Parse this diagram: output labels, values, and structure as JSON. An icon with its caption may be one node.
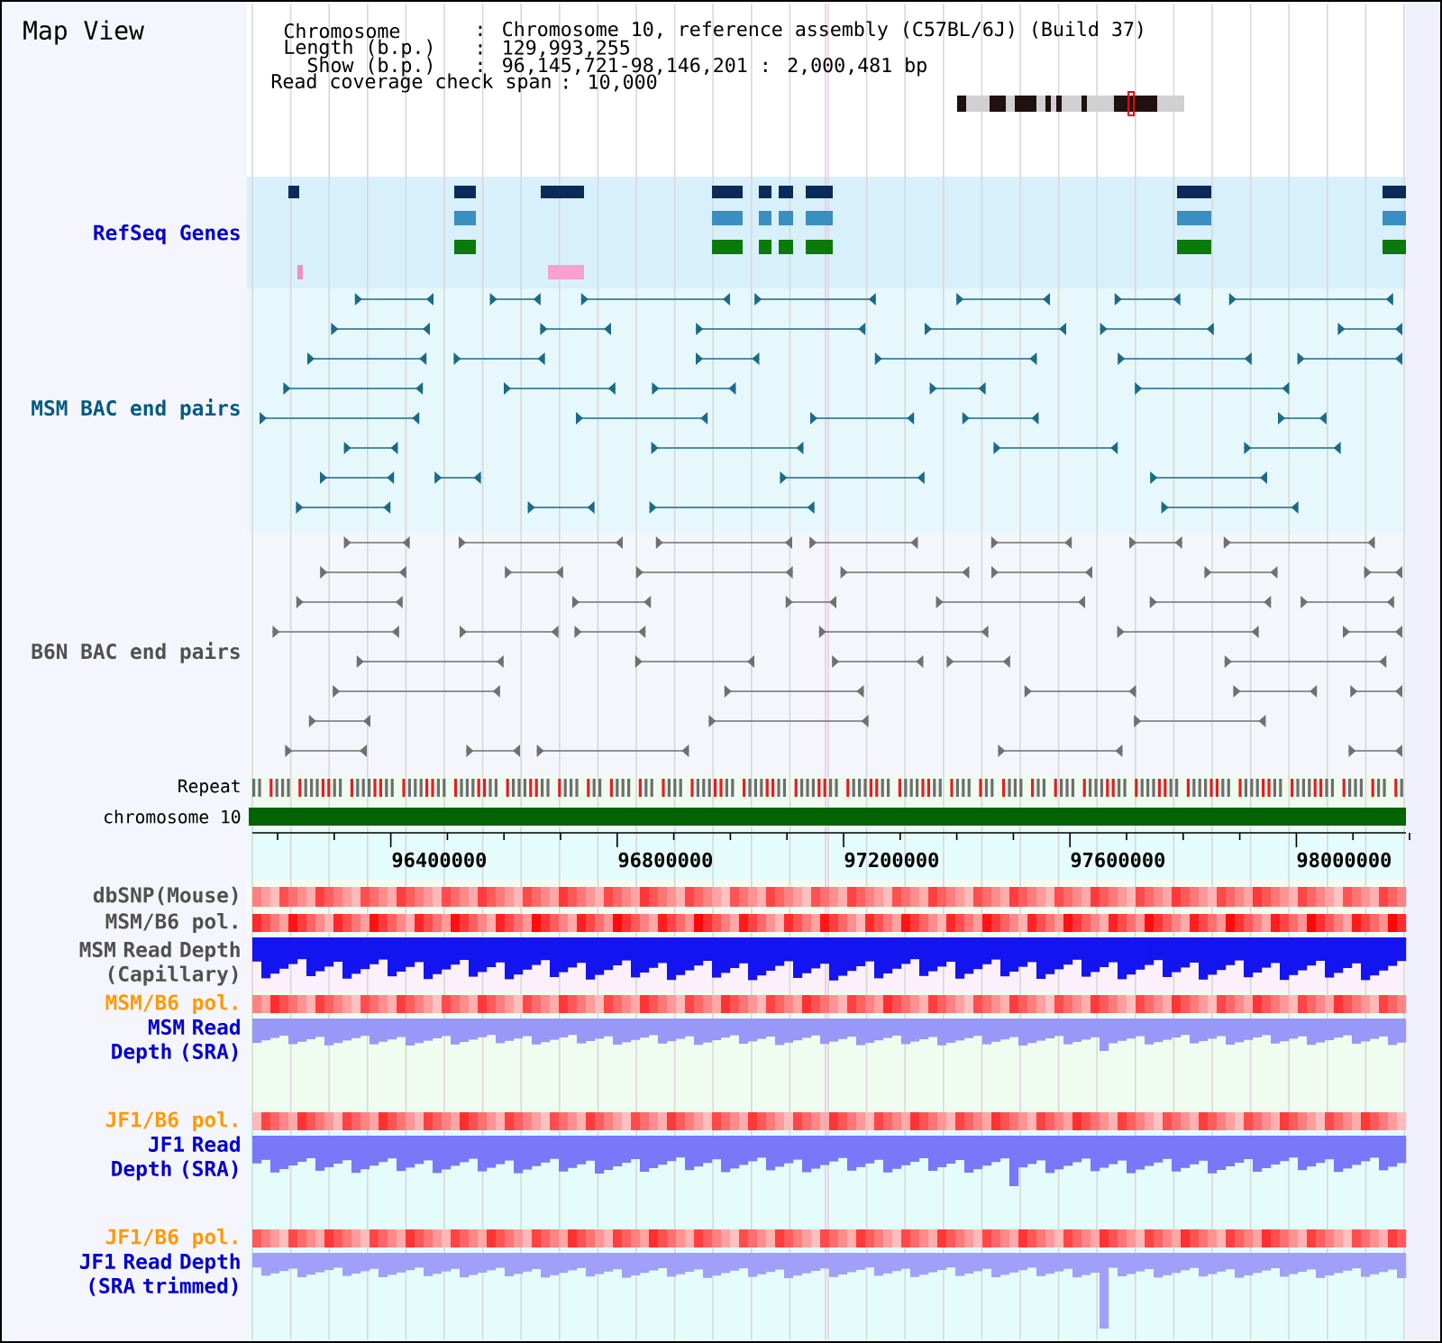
{
  "diagram": {
    "title": "Map View",
    "labels": [
      "Chromosome",
      ": Chromosome 10, reference assembly (C57BL/6J) (Build 37)",
      "Length (b.p.)",
      ": 129,993,255",
      "Show (b.p.)",
      ": 96,145,721-98,146,201 : 2,000,481 bp",
      "Read coverage check span",
      ": 10,000",
      "RefSeq Genes",
      "MSM BAC end pairs",
      "B6N BAC end pairs",
      "Repeat",
      "chromosome 10",
      "96400000",
      "96800000",
      "97200000",
      "97600000",
      "98000000",
      "dbSNP(Mouse)",
      "MSM/B6 pol.",
      "MSM Read Depth (Capillary)",
      "MSM/B6 pol.",
      "MSM Read Depth (SRA)",
      "JF1/B6 pol.",
      "JF1 Read Depth (SRA)",
      "JF1/B6 pol.",
      "JF1 Read Depth (SRA trimmed)"
    ]
  }
}
